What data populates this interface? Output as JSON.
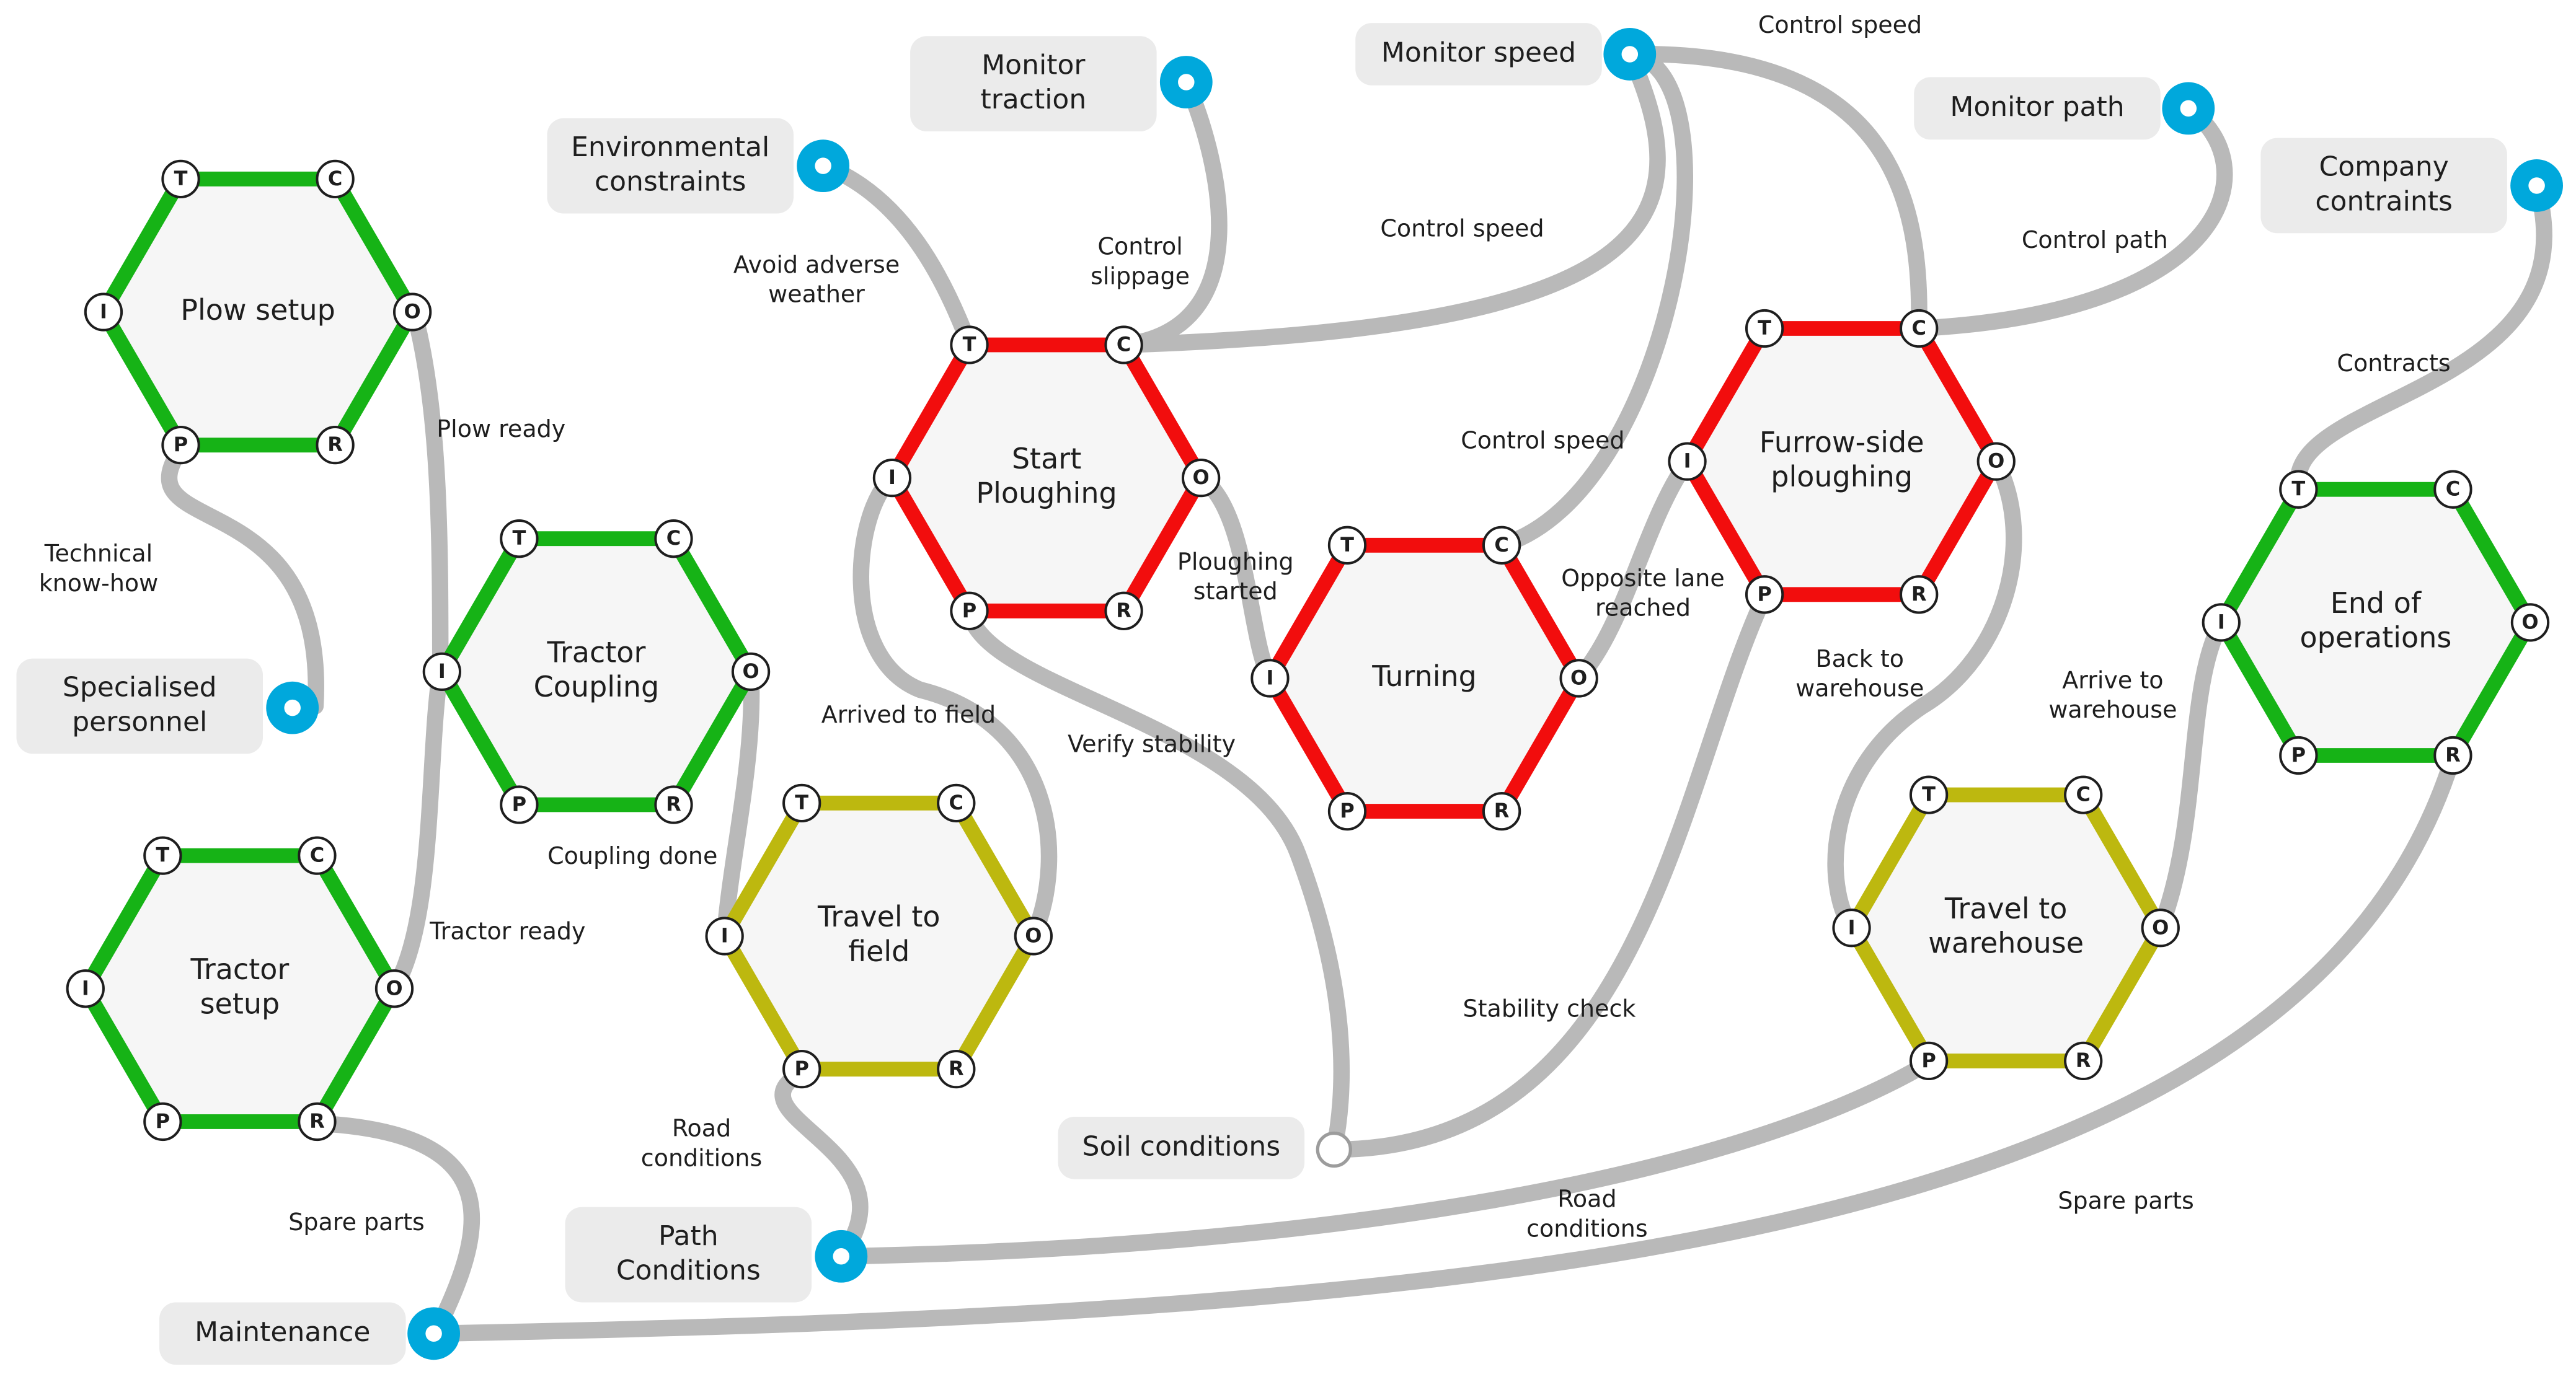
{
  "colors": {
    "green": "#16b316",
    "red": "#f20d0d",
    "olive": "#bdb80f",
    "edge": "#b9b9b9",
    "resource_box": "#ebebeb",
    "resource_dot": "#00a8dc"
  },
  "aspects": {
    "T": "T",
    "C": "C",
    "I": "I",
    "O": "O",
    "P": "P",
    "R": "R"
  },
  "functions": [
    {
      "id": "plow-setup",
      "lines": [
        "Plow setup"
      ],
      "color": "green"
    },
    {
      "id": "tractor-coupling",
      "lines": [
        "Tractor",
        "Coupling"
      ],
      "color": "green"
    },
    {
      "id": "tractor-setup",
      "lines": [
        "Tractor",
        "setup"
      ],
      "color": "green"
    },
    {
      "id": "start-ploughing",
      "lines": [
        "Start",
        "Ploughing"
      ],
      "color": "red"
    },
    {
      "id": "travel-to-field",
      "lines": [
        "Travel to",
        "field"
      ],
      "color": "olive"
    },
    {
      "id": "turning",
      "lines": [
        "Turning"
      ],
      "color": "red"
    },
    {
      "id": "furrow-side-ploughing",
      "lines": [
        "Furrow-side",
        "ploughing"
      ],
      "color": "red"
    },
    {
      "id": "travel-to-warehouse",
      "lines": [
        "Travel to",
        "warehouse"
      ],
      "color": "olive"
    },
    {
      "id": "end-of-operations",
      "lines": [
        "End of",
        "operations"
      ],
      "color": "green"
    }
  ],
  "resources": [
    {
      "id": "monitor-traction",
      "lines": [
        "Monitor",
        "traction"
      ],
      "dot": "filled"
    },
    {
      "id": "monitor-speed",
      "lines": [
        "Monitor speed"
      ],
      "dot": "filled"
    },
    {
      "id": "monitor-path",
      "lines": [
        "Monitor path"
      ],
      "dot": "filled"
    },
    {
      "id": "environmental-constraints",
      "lines": [
        "Environmental",
        "constraints"
      ],
      "dot": "filled"
    },
    {
      "id": "company-contraints",
      "lines": [
        "Company",
        "contraints"
      ],
      "dot": "filled"
    },
    {
      "id": "specialised-personnel",
      "lines": [
        "Specialised",
        "personnel"
      ],
      "dot": "filled"
    },
    {
      "id": "soil-conditions",
      "lines": [
        "Soil conditions"
      ],
      "dot": "hollow"
    },
    {
      "id": "path-conditions",
      "lines": [
        "Path",
        "Conditions"
      ],
      "dot": "filled"
    },
    {
      "id": "maintenance",
      "lines": [
        "Maintenance"
      ],
      "dot": "filled"
    }
  ],
  "edge_labels": [
    {
      "id": "plow-ready",
      "lines": [
        "Plow ready"
      ]
    },
    {
      "id": "technical-know-how",
      "lines": [
        "Technical",
        "know-how"
      ]
    },
    {
      "id": "coupling-done",
      "lines": [
        "Coupling done"
      ]
    },
    {
      "id": "tractor-ready",
      "lines": [
        "Tractor ready"
      ]
    },
    {
      "id": "spare-parts-left",
      "lines": [
        "Spare parts"
      ]
    },
    {
      "id": "avoid-adverse-weather",
      "lines": [
        "Avoid adverse",
        "weather"
      ]
    },
    {
      "id": "control-slippage",
      "lines": [
        "Control",
        "slippage"
      ]
    },
    {
      "id": "control-speed-1",
      "lines": [
        "Control speed"
      ]
    },
    {
      "id": "control-speed-2",
      "lines": [
        "Control speed"
      ]
    },
    {
      "id": "control-speed-3",
      "lines": [
        "Control speed"
      ]
    },
    {
      "id": "control-path",
      "lines": [
        "Control path"
      ]
    },
    {
      "id": "contracts",
      "lines": [
        "Contracts"
      ]
    },
    {
      "id": "ploughing-started",
      "lines": [
        "Ploughing",
        "started"
      ]
    },
    {
      "id": "arrived-to-field",
      "lines": [
        "Arrived to field"
      ]
    },
    {
      "id": "verify-stability",
      "lines": [
        "Verify stability"
      ]
    },
    {
      "id": "opposite-lane-reached",
      "lines": [
        "Opposite lane",
        "reached"
      ]
    },
    {
      "id": "back-to-warehouse",
      "lines": [
        "Back to",
        "warehouse"
      ]
    },
    {
      "id": "arrive-to-warehouse",
      "lines": [
        "Arrive to",
        "warehouse"
      ]
    },
    {
      "id": "stability-check",
      "lines": [
        "Stability check"
      ]
    },
    {
      "id": "road-conditions-left",
      "lines": [
        "Road",
        "conditions"
      ]
    },
    {
      "id": "road-conditions-mid",
      "lines": [
        "Road",
        "conditions"
      ]
    },
    {
      "id": "spare-parts-right",
      "lines": [
        "Spare parts"
      ]
    }
  ]
}
